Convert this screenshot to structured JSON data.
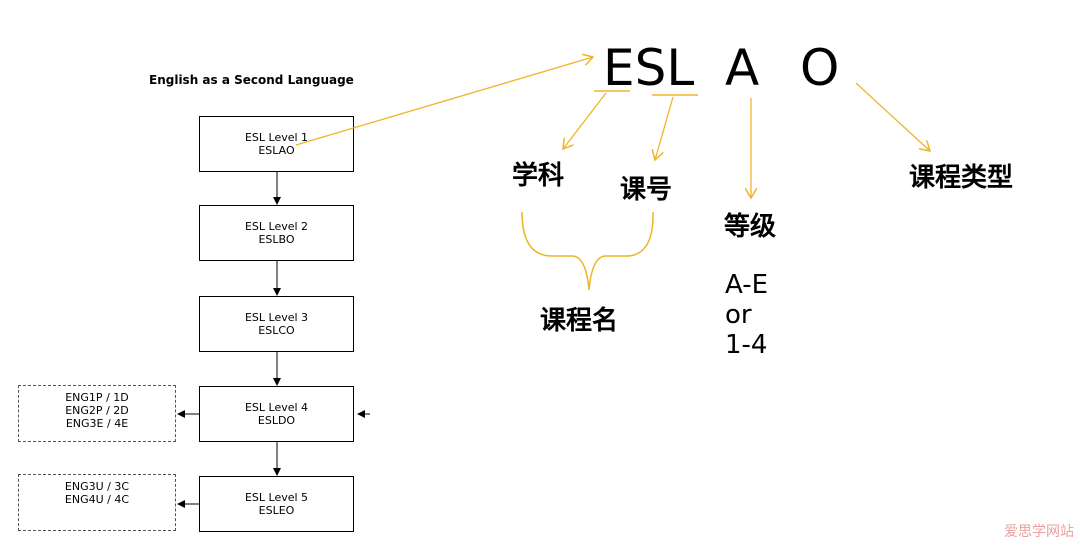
{
  "flowchart": {
    "title": "English as a Second Language",
    "levels": [
      {
        "name": "ESL Level 1",
        "code": "ESLAO"
      },
      {
        "name": "ESL Level 2",
        "code": "ESLBO"
      },
      {
        "name": "ESL Level 3",
        "code": "ESLCO"
      },
      {
        "name": "ESL Level 4",
        "code": "ESLDO"
      },
      {
        "name": "ESL Level 5",
        "code": "ESLEO"
      }
    ],
    "pathways": [
      {
        "lines": [
          "ENG1P / 1D",
          "ENG2P / 2D",
          "ENG3E / 4E"
        ]
      },
      {
        "lines": [
          "ENG3U / 3C",
          "ENG4U / 4C"
        ]
      }
    ]
  },
  "breakdown": {
    "code_parts": {
      "esl": "ESL",
      "a": "A",
      "o": "O"
    },
    "labels": {
      "subject": "学科",
      "course_number": "课号",
      "grade": "等级",
      "course_type": "课程类型",
      "course_name": "课程名"
    },
    "grade_range": [
      "A-E",
      "or",
      "1-4"
    ]
  },
  "watermark": "爱思学网站",
  "colors": {
    "accent": "#f0b429",
    "line": "#000000",
    "dash": "#555555"
  }
}
